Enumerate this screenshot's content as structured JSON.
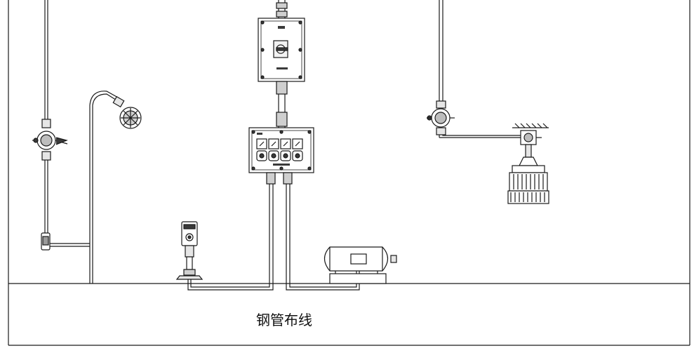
{
  "caption": "钢管布线",
  "colors": {
    "line": "#1a1a1a",
    "fill": "#f2f2f2",
    "dark": "#3a3a3a",
    "background": "#ffffff"
  },
  "components": [
    {
      "id": "explosion-proof-switch-box",
      "icon": "rotary-isolator-enclosure"
    },
    {
      "id": "explosion-proof-control-box",
      "icon": "four-switch-enclosure"
    },
    {
      "id": "junction-box-left",
      "icon": "four-way-junction-box"
    },
    {
      "id": "junction-box-right",
      "icon": "four-way-junction-box"
    },
    {
      "id": "pole-mounted-lamp",
      "icon": "explosion-proof-lamp"
    },
    {
      "id": "pendant-high-bay-lamp",
      "icon": "finned-led-floodlight"
    },
    {
      "id": "control-pillar",
      "icon": "operating-column"
    },
    {
      "id": "motor",
      "icon": "explosion-proof-motor"
    },
    {
      "id": "wall-switch",
      "icon": "lighting-switch"
    }
  ]
}
